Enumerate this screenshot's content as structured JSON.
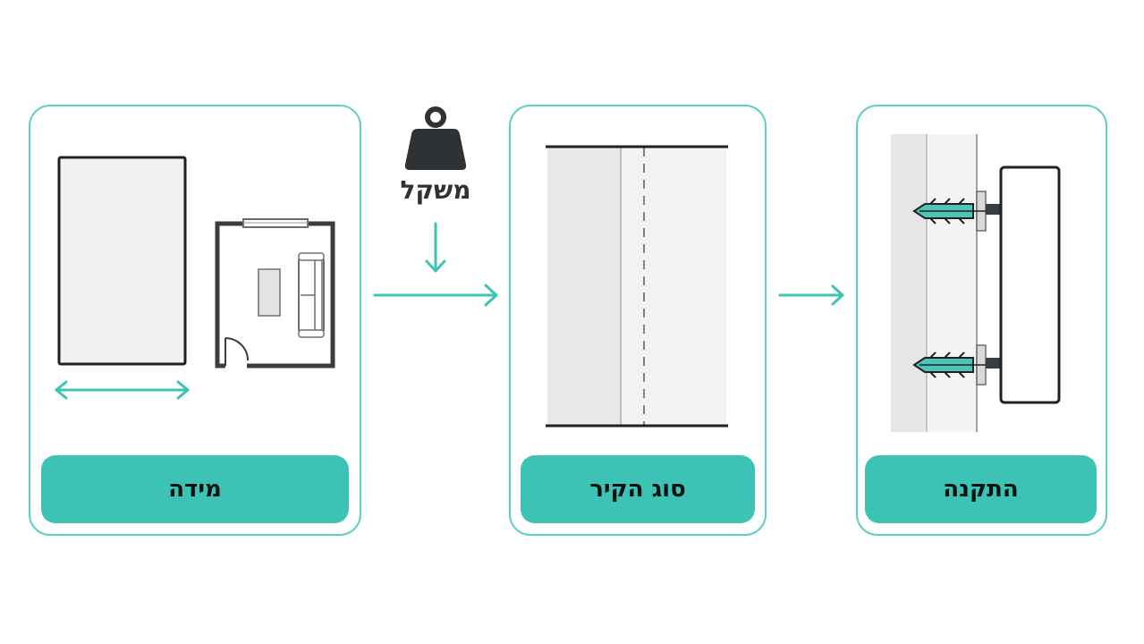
{
  "steps": [
    {
      "label": "מידה"
    },
    {
      "label": "סוג הקיר"
    },
    {
      "label": "התקנה"
    }
  ],
  "weight": {
    "label": "משקל"
  },
  "colors": {
    "accent": "#3cc3b5",
    "card_border": "#5fcfc2",
    "dark": "#2f3235"
  },
  "icons": [
    "weight-icon",
    "double-arrow-icon",
    "floor-plan-icon",
    "wall-section-icon",
    "wall-anchor-icon",
    "arrow-right-icon",
    "arrow-down-icon"
  ]
}
